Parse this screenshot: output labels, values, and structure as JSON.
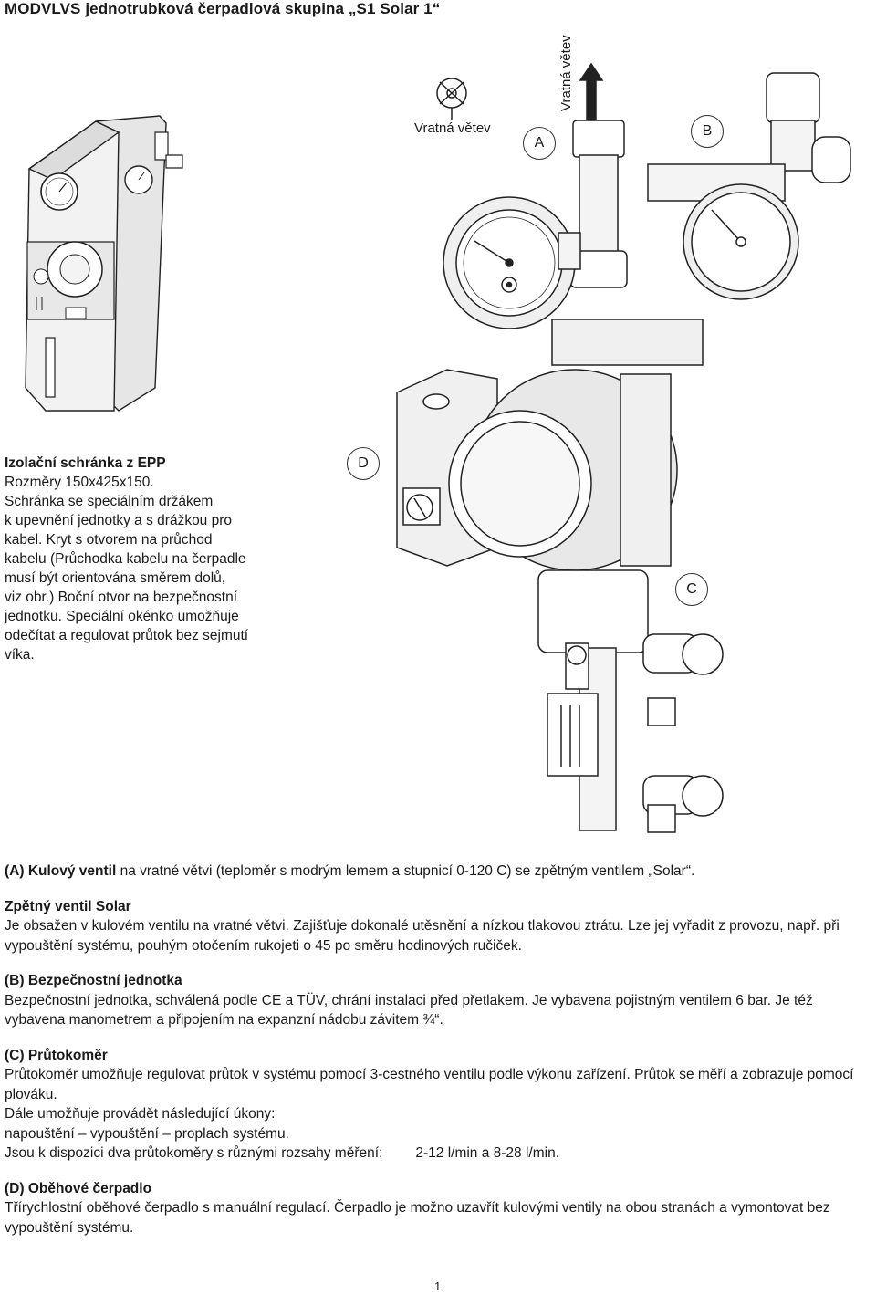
{
  "title": "MODVLVS jednotrubková čerpadlová skupina „S1 Solar 1“",
  "epp_box": {
    "heading": "Izolační schránka z EPP",
    "lines": [
      "Rozměry 150x425x150.",
      "Schránka se speciálním držákem",
      "k upevnění jednotky a s drážkou pro",
      "kabel. Kryt s otvorem na průchod",
      "kabelu (Průchodka kabelu na čerpadle",
      "musí být orientována směrem dolů,",
      "viz obr.) Boční otvor na bezpečnostní",
      "jednotku. Speciální okénko umožňuje",
      "odečítat a regulovat průtok bez sejmutí",
      "víka."
    ]
  },
  "diagram": {
    "label_return_horizontal": "Vratná větev",
    "label_return_vertical": "Vratná větev",
    "callouts": {
      "a": "A",
      "b": "B",
      "c": "C",
      "d": "D"
    },
    "icons": [
      "thermometer-icon",
      "upward-flow-arrow-icon"
    ]
  },
  "sections": {
    "a": {
      "heading": "(A) Kulový ventil",
      "text": " na vratné větvi (teploměr s modrým lemem a stupnicí 0-120 C) se zpětným ventilem „Solar“."
    },
    "check_valve": {
      "heading": "Zpětný ventil Solar",
      "text": "Je obsažen v kulovém ventilu na vratné větvi. Zajišťuje dokonalé utěsnění a nízkou tlakovou ztrátu. Lze jej vyřadit z provozu, např. při vypouštění systému, pouhým otočením rukojeti o 45 po směru hodinových ručiček."
    },
    "b": {
      "heading": "(B) Bezpečnostní jednotka",
      "text": "Bezpečnostní jednotka, schválená podle CE a TÜV, chrání instalaci před přetlakem. Je vybavena pojistným ventilem 6 bar. Je též vybavena manometrem a připojením na expanzní nádobu závitem ¾“."
    },
    "c": {
      "heading": "(C) Průtokoměr",
      "text1": "Průtokoměr umožňuje regulovat průtok v systému pomocí 3-cestného ventilu podle výkonu zařízení. Průtok se měří a zobrazuje pomocí plováku.",
      "line2": "Dále umožňuje provádět následující úkony:",
      "line3": "napouštění – vypouštění – proplach systému.",
      "line4": "Jsou k dispozici dva průtokoměry s různými rozsahy měření:",
      "ranges": "2-12 l/min a 8-28 l/min."
    },
    "d": {
      "heading": "(D) Oběhové čerpadlo",
      "text": "Třírychlostní oběhové čerpadlo s manuální regulací. Čerpadlo je možno uzavřít kulovými ventily na obou stranách a vymontovat bez vypouštění systému."
    }
  },
  "page_number": "1"
}
